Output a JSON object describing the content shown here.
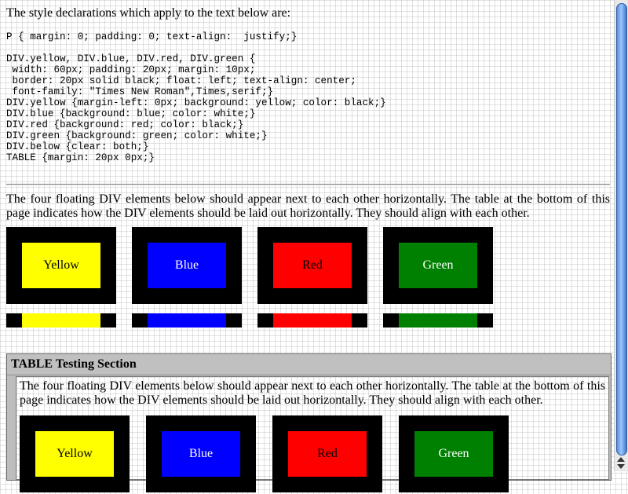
{
  "intro": "The style declarations which apply to the text below are:",
  "code": "P { margin: 0; padding: 0; text-align:  justify;}\n\nDIV.yellow, DIV.blue, DIV.red, DIV.green {\n width: 60px; padding: 20px; margin: 10px;\n border: 20px solid black; float: left; text-align: center;\n font-family: \"Times New Roman\",Times,serif;}\nDIV.yellow {margin-left: 0px; background: yellow; color: black;}\nDIV.blue {background: blue; color: white;}\nDIV.red {background: red; color: black;}\nDIV.green {background: green; color: white;}\nDIV.below {clear: both;}\nTABLE {margin: 20px 0px;}",
  "description": "The four floating DIV elements below should appear next to each other horizontally. The table at the bottom of this page indicates how the DIV elements should be laid out horizontally. They should align with each other.",
  "boxes": [
    {
      "label": "Yellow",
      "bg": "#ffff00",
      "fg": "#000000"
    },
    {
      "label": "Blue",
      "bg": "#0000ff",
      "fg": "#ffffff"
    },
    {
      "label": "Red",
      "bg": "#ff0000",
      "fg": "#000000"
    },
    {
      "label": "Green",
      "bg": "#008000",
      "fg": "#ffffff"
    }
  ],
  "table_section": {
    "title": "TABLE Testing Section",
    "description": "The four floating DIV elements below should appear next to each other horizontally. The table at the bottom of this page indicates how the DIV elements should be laid out horizontally. They should align with each other."
  }
}
